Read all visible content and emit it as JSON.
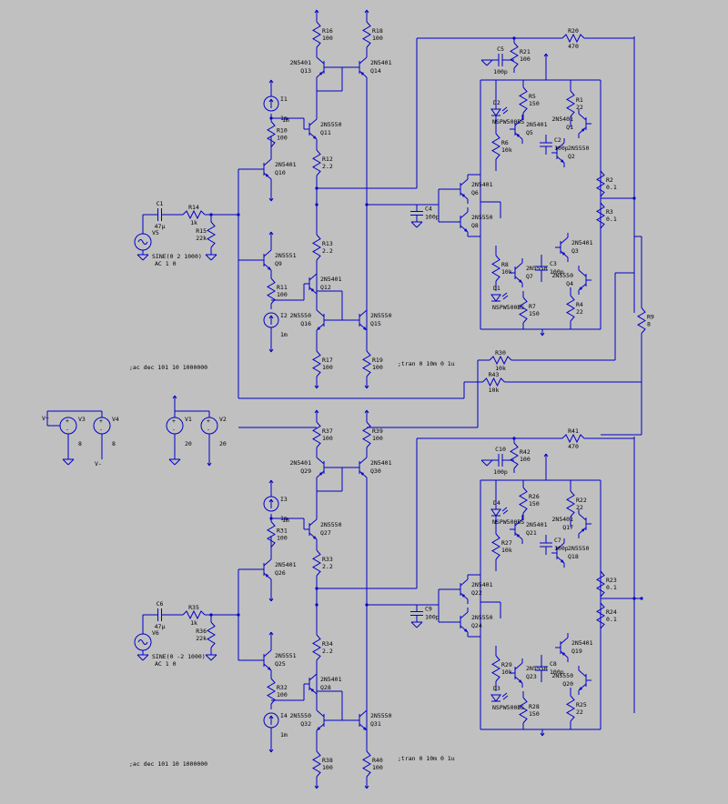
{
  "directives": {
    "ac_top": ";ac dec 101 10 1000000",
    "ac_bottom": ";ac dec 101 10 1000000",
    "tran_top": ";tran 0 10m 0 1u",
    "tran_bottom": ";tran 0 10m 0 1u"
  },
  "supplies": [
    {
      "name": "V3",
      "value": "8",
      "net": "V+"
    },
    {
      "name": "V4",
      "value": "8",
      "net": "V-"
    },
    {
      "name": "V1",
      "value": "20"
    },
    {
      "name": "V2",
      "value": "20"
    }
  ],
  "top": {
    "input": {
      "c": "C1",
      "c_val": "47µ",
      "r_in": "R14",
      "r_in_val": "1k",
      "r_b": "R15",
      "r_b_val": "22k",
      "src": "V5",
      "src_val": "SINE(0 2 1000)",
      "src_ac": "AC 1 0"
    },
    "resistors": [
      {
        "name": "R16",
        "val": "100"
      },
      {
        "name": "R18",
        "val": "100"
      },
      {
        "name": "R10",
        "val": "100"
      },
      {
        "name": "R12",
        "val": "2.2"
      },
      {
        "name": "R13",
        "val": "2.2"
      },
      {
        "name": "R11",
        "val": "100"
      },
      {
        "name": "R17",
        "val": "100"
      },
      {
        "name": "R19",
        "val": "100"
      },
      {
        "name": "R21",
        "val": "100"
      },
      {
        "name": "R20",
        "val": "470"
      },
      {
        "name": "R5",
        "val": "150"
      },
      {
        "name": "R1",
        "val": "22"
      },
      {
        "name": "R6",
        "val": "10k"
      },
      {
        "name": "R2",
        "val": "0.1"
      },
      {
        "name": "R3",
        "val": "0.1"
      },
      {
        "name": "R8",
        "val": "10k"
      },
      {
        "name": "R7",
        "val": "150"
      },
      {
        "name": "R4",
        "val": "22"
      },
      {
        "name": "R9",
        "val": "8"
      },
      {
        "name": "R30",
        "val": "10k"
      },
      {
        "name": "R43",
        "val": "10k"
      }
    ],
    "transistors": [
      {
        "name": "Q13",
        "model": "2N5401"
      },
      {
        "name": "Q14",
        "model": "2N5401"
      },
      {
        "name": "Q11",
        "model": "2N5550"
      },
      {
        "name": "Q10",
        "model": "2N5401"
      },
      {
        "name": "Q9",
        "model": "2N5551"
      },
      {
        "name": "Q12",
        "model": "2N5401"
      },
      {
        "name": "Q16",
        "model": "2N5550"
      },
      {
        "name": "Q15",
        "model": "2N5550"
      },
      {
        "name": "Q5",
        "model": "2N5401"
      },
      {
        "name": "Q1",
        "model": "2N5401"
      },
      {
        "name": "Q2",
        "model": "2N5550"
      },
      {
        "name": "Q6",
        "model": "2N5401"
      },
      {
        "name": "Q8",
        "model": "2N5550"
      },
      {
        "name": "Q7",
        "model": "2N5550"
      },
      {
        "name": "Q3",
        "model": "2N5401"
      },
      {
        "name": "Q4",
        "model": "2N5550"
      }
    ],
    "caps": [
      {
        "name": "C5",
        "val": "100p"
      },
      {
        "name": "C2",
        "val": "100p"
      },
      {
        "name": "C4",
        "val": "100p"
      },
      {
        "name": "C3",
        "val": "100p"
      }
    ],
    "diodes": [
      {
        "name": "D2",
        "model": "NSPW500BS"
      },
      {
        "name": "D1",
        "model": "NSPW500BS"
      }
    ],
    "sources": [
      {
        "name": "I1",
        "val": "1m"
      },
      {
        "name": "I2",
        "val": "1m"
      }
    ]
  },
  "bottom": {
    "input": {
      "c": "C6",
      "c_val": "47µ",
      "r_in": "R35",
      "r_in_val": "1k",
      "r_b": "R36",
      "r_b_val": "22k",
      "src": "V6",
      "src_val": "SINE(0 -2 1000)",
      "src_ac": "AC 1 0"
    },
    "resistors": [
      {
        "name": "R37",
        "val": "100"
      },
      {
        "name": "R39",
        "val": "100"
      },
      {
        "name": "R31",
        "val": "100"
      },
      {
        "name": "R33",
        "val": "2.2"
      },
      {
        "name": "R34",
        "val": "2.2"
      },
      {
        "name": "R32",
        "val": "100"
      },
      {
        "name": "R38",
        "val": "100"
      },
      {
        "name": "R40",
        "val": "100"
      },
      {
        "name": "R42",
        "val": "100"
      },
      {
        "name": "R41",
        "val": "470"
      },
      {
        "name": "R26",
        "val": "150"
      },
      {
        "name": "R22",
        "val": "22"
      },
      {
        "name": "R27",
        "val": "10k"
      },
      {
        "name": "R23",
        "val": "0.1"
      },
      {
        "name": "R24",
        "val": "0.1"
      },
      {
        "name": "R29",
        "val": "10k"
      },
      {
        "name": "R28",
        "val": "150"
      },
      {
        "name": "R25",
        "val": "22"
      }
    ],
    "transistors": [
      {
        "name": "Q29",
        "model": "2N5401"
      },
      {
        "name": "Q30",
        "model": "2N5401"
      },
      {
        "name": "Q27",
        "model": "2N5550"
      },
      {
        "name": "Q26",
        "model": "2N5401"
      },
      {
        "name": "Q25",
        "model": "2N5551"
      },
      {
        "name": "Q28",
        "model": "2N5401"
      },
      {
        "name": "Q32",
        "model": "2N5550"
      },
      {
        "name": "Q31",
        "model": "2N5550"
      },
      {
        "name": "Q21",
        "model": "2N5401"
      },
      {
        "name": "Q17",
        "model": "2N5401"
      },
      {
        "name": "Q18",
        "model": "2N5550"
      },
      {
        "name": "Q22",
        "model": "2N5401"
      },
      {
        "name": "Q24",
        "model": "2N5550"
      },
      {
        "name": "Q23",
        "model": "2N5550"
      },
      {
        "name": "Q19",
        "model": "2N5401"
      },
      {
        "name": "Q20",
        "model": "2N5550"
      }
    ],
    "caps": [
      {
        "name": "C10",
        "val": "100p"
      },
      {
        "name": "C7",
        "val": "100p"
      },
      {
        "name": "C9",
        "val": "100p"
      },
      {
        "name": "C8",
        "val": "100p"
      }
    ],
    "diodes": [
      {
        "name": "D4",
        "model": "NSPW500BS"
      },
      {
        "name": "D3",
        "model": "NSPW500BS"
      }
    ],
    "sources": [
      {
        "name": "I3",
        "val": "1m"
      },
      {
        "name": "I4",
        "val": "1m"
      }
    ]
  }
}
